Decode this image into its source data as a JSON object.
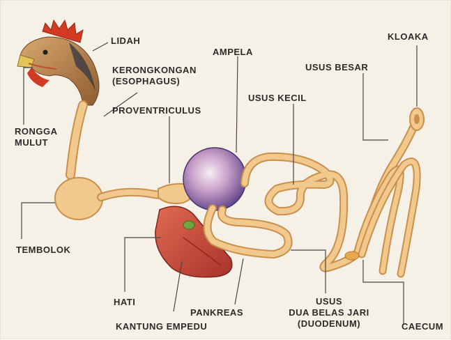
{
  "labels": {
    "lidah": "LIDAH",
    "ampela": "AMPELA",
    "kerongkongan_1": "KERONGKONGAN",
    "kerongkongan_2": "(ESOPHAGUS)",
    "kloaka": "KLOAKA",
    "usus_besar": "USUS BESAR",
    "usus_kecil": "USUS KECIL",
    "proventriculus": "PROVENTRICULUS",
    "rongga_1": "RONGGA",
    "rongga_2": "MULUT",
    "tembolok": "TEMBOLOK",
    "hati": "HATI",
    "pankreas": "PANKREAS",
    "kantung_empedu": "KANTUNG EMPEDU",
    "duodenum_1": "USUS",
    "duodenum_2": "DUA BELAS JARI",
    "duodenum_3": "(DUODENUM)",
    "caecum": "CAECUM"
  },
  "colors": {
    "background": "#f6f1e7",
    "label_text": "#2e2a2a",
    "leader_line": "#4a4444",
    "tract": "#f2c98c",
    "tract_outline": "#c98f4c",
    "liver": "#c8463a",
    "gizzard": "#7d6ba8",
    "comb": "#d23a22"
  }
}
